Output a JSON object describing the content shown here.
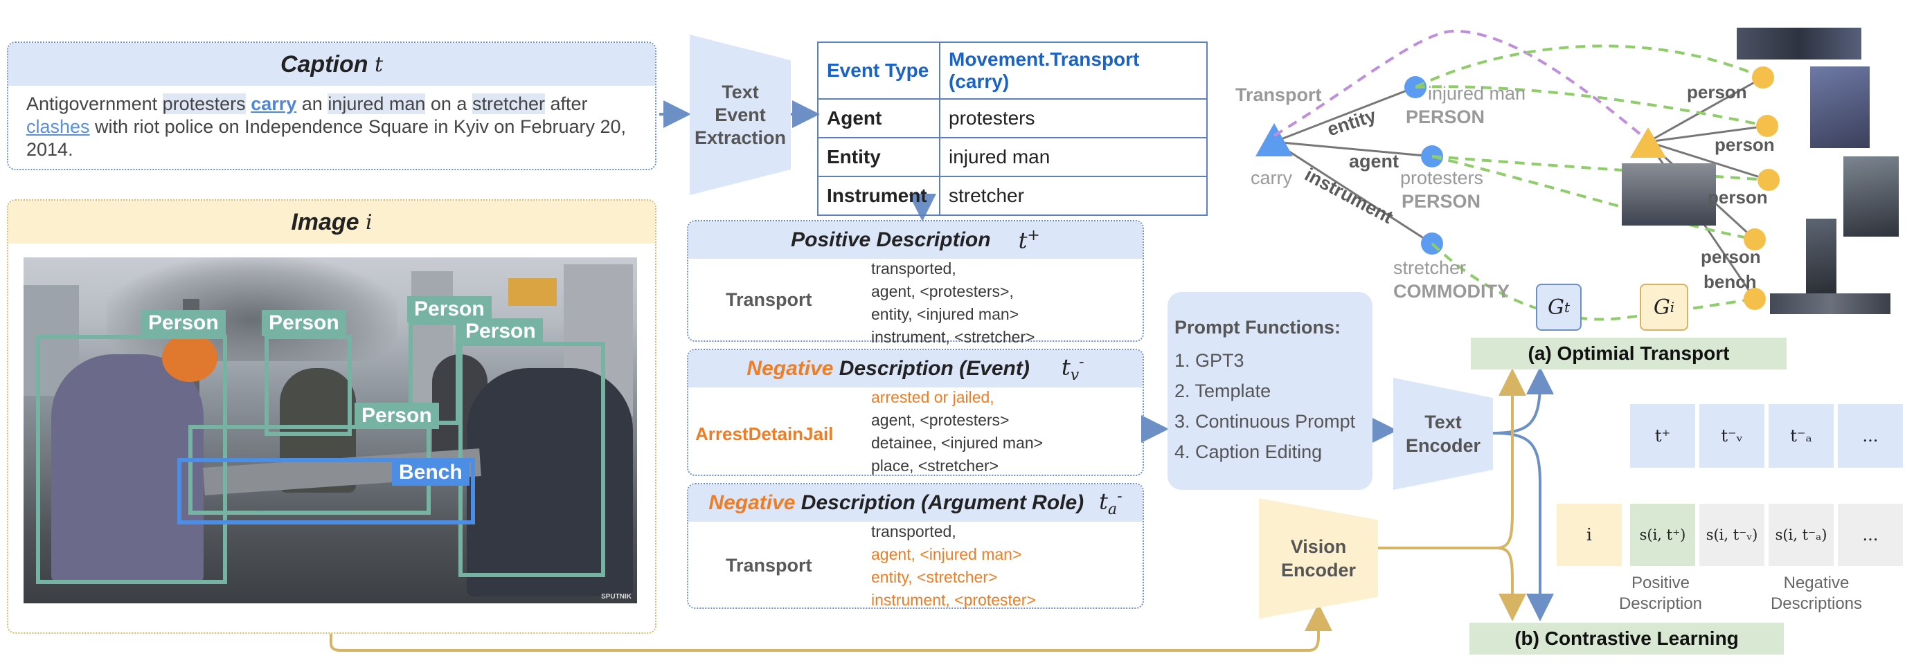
{
  "caption": {
    "title": "Caption",
    "symbol": "t",
    "text_parts": [
      "Antigovernment ",
      "protesters",
      " ",
      "carry",
      " an ",
      "injured man",
      " on a ",
      "stretcher",
      " after ",
      "clashes",
      " with riot police on Independence Square in Kyiv on February 20, 2014."
    ]
  },
  "image_panel": {
    "title": "Image",
    "symbol": "i",
    "boxes": [
      "Person",
      "Person",
      "Person",
      "Person",
      "Person",
      "Bench"
    ],
    "watermark": "SPUTNIK"
  },
  "text_event_extraction": "Text\nEvent\nExtraction",
  "event_table": {
    "header": [
      "Event Type",
      "Movement.Transport (carry)"
    ],
    "rows": [
      [
        "Agent",
        "protesters"
      ],
      [
        "Entity",
        "injured man"
      ],
      [
        "Instrument",
        "stretcher"
      ]
    ]
  },
  "positive": {
    "title": "Positive Description",
    "symbol": "t",
    "sup": "+",
    "label": "Transport",
    "lines": [
      "transported,",
      "agent, <protesters>,",
      "entity, <injured man>",
      "instrument, <stretcher>"
    ]
  },
  "neg_event": {
    "title_neg": "Negative",
    "title_rest": " Description (Event)",
    "symbol": "t",
    "sub": "v",
    "sup": "-",
    "label": "ArrestDetainJail",
    "lines": [
      "arrested or jailed,",
      "agent, <protesters>",
      "detainee, <injured man>",
      "place, <stretcher>"
    ]
  },
  "neg_arg": {
    "title_neg": "Negative",
    "title_rest": " Description (Argument Role)",
    "symbol": "t",
    "sub": "a",
    "sup": "-",
    "label": "Transport",
    "lines": [
      "transported,",
      "agent, <injured man>",
      "entity, <stretcher>",
      "instrument, <protester>"
    ]
  },
  "prompt": {
    "title": "Prompt Functions:",
    "items": [
      "1. GPT3",
      "2. Template",
      "3. Continuous Prompt",
      "4. Caption Editing"
    ]
  },
  "text_encoder": "Text\nEncoder",
  "vision_encoder": "Vision\nEncoder",
  "graph_text": {
    "trigger_type": "Transport",
    "trigger": "carry",
    "edges": [
      "entity",
      "agent",
      "instrument"
    ],
    "nodes": [
      {
        "name": "injured man",
        "type": "PERSON"
      },
      {
        "name": "protesters",
        "type": "PERSON"
      },
      {
        "name": "stretcher",
        "type": "COMMODITY"
      }
    ]
  },
  "graph_image": {
    "nodes": [
      "person",
      "person",
      "person",
      "person",
      "bench"
    ]
  },
  "gt": "G",
  "gt_sub": "t",
  "gi": "G",
  "gi_sub": "i",
  "optimal_transport": "(a) Optimial Transport",
  "contrastive_learning": "(b) Contrastive Learning",
  "matrix": {
    "text_row": [
      "t⁺",
      "t⁻ᵥ",
      "t⁻ₐ",
      "..."
    ],
    "image_row": [
      "i",
      "s(i, t⁺)",
      "s(i, t⁻ᵥ)",
      "s(i, t⁻ₐ)",
      "..."
    ],
    "pos_label": "Positive\nDescription",
    "neg_label": "Negative\nDescriptions"
  },
  "colors": {
    "blue_band": "#dbe6f8",
    "yellow_band": "#fdf0cf",
    "accent_orange": "#ef7d24",
    "node_blue": "#5b9cf0",
    "node_yellow": "#f4c04a",
    "dash_green": "#8fcc6a",
    "dash_purple": "#bf8fdc",
    "arrow_blue": "#6c8fc6",
    "arrow_gold": "#d6b463"
  }
}
